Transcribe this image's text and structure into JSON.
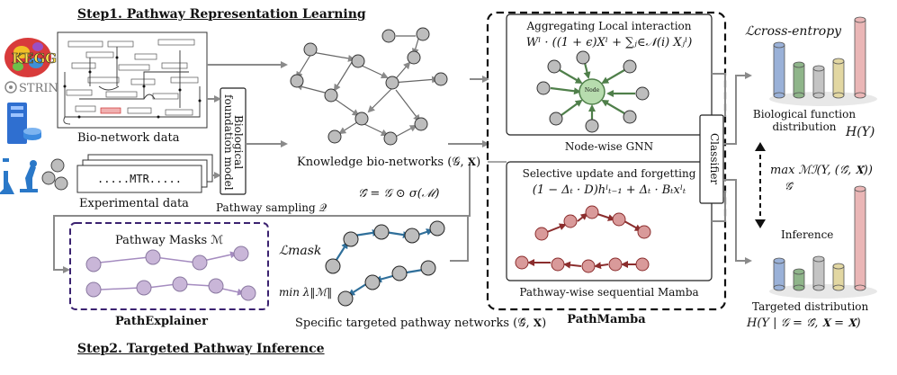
{
  "step1_title": "Step1. Pathway Representation Learning",
  "step2_title": "Step2. Targeted Pathway Inference",
  "logos": {
    "kegg": "KEGG",
    "string": "STRING"
  },
  "bio_network_label": "Bio-network data",
  "experimental_label": "Experimental data",
  "experimental_seq": ".....MTR.....",
  "foundation_model_label": "Biological foundation model",
  "knowledge_label": "Knowledge bio-networks (𝒢, 𝐗)",
  "pathway_sampling_label": "Pathway sampling 𝒬",
  "masked_graph_formula": "𝒢̂ = 𝒢 ⊙ σ(ℳ)",
  "pathway_masks_label": "Pathway Masks  ℳ",
  "loss_mask_label": "ℒmask",
  "min_norm_label": "min λ‖ℳ‖",
  "pathexplainer_label": "PathExplainer",
  "specific_targeted_label": "Specific targeted pathway networks (𝒢̂, 𝐗̂)",
  "gnn": {
    "title": "Aggregating Local interaction",
    "formula": "Wˡ · ((1 + ϵ)Xˡ + ∑ⱼ∈𝒩(i) Xⱼˡ)",
    "caption": "Node-wise GNN",
    "center_node": "Node"
  },
  "mamba": {
    "title": "Selective update and forgetting",
    "formula": "(1 − Δₜ · D)hˡₜ₋₁ + Δₜ · Bₜxˡₜ",
    "caption": "Pathway-wise sequential Mamba"
  },
  "pathmamba_label": "PathMamba",
  "classifier_label": "Classifier",
  "cross_entropy_label": "ℒcross-entropy",
  "bio_function_label": "Biological function distribution",
  "hy_label": "H(Y)",
  "mi_label": "max ℳℐ(Y, (𝒢̂, 𝐗̂))",
  "mi_sub": "𝒢̂",
  "inference_label": "Inference",
  "targeted_dist_label": "Targeted distribution",
  "cond_entropy_label": "H(Y | 𝒢 = 𝒢̂, 𝐗 = 𝐗̂)",
  "colors": {
    "gray_node": "#bdbdbd",
    "lilac_node": "#c9b6d8",
    "blue_edge": "#2f6f9a",
    "red_node": "#d99a9a",
    "red_edge": "#8b2d2d",
    "green_node": "#b7dcae",
    "green_edge": "#4f7f4a",
    "purple_border": "#3b2270",
    "bar_blue": "#9ab1d8",
    "bar_green": "#8fb58a",
    "bar_gray": "#c4c4c4",
    "bar_yellow": "#e2d7a2",
    "bar_pink": "#eab6b6"
  }
}
